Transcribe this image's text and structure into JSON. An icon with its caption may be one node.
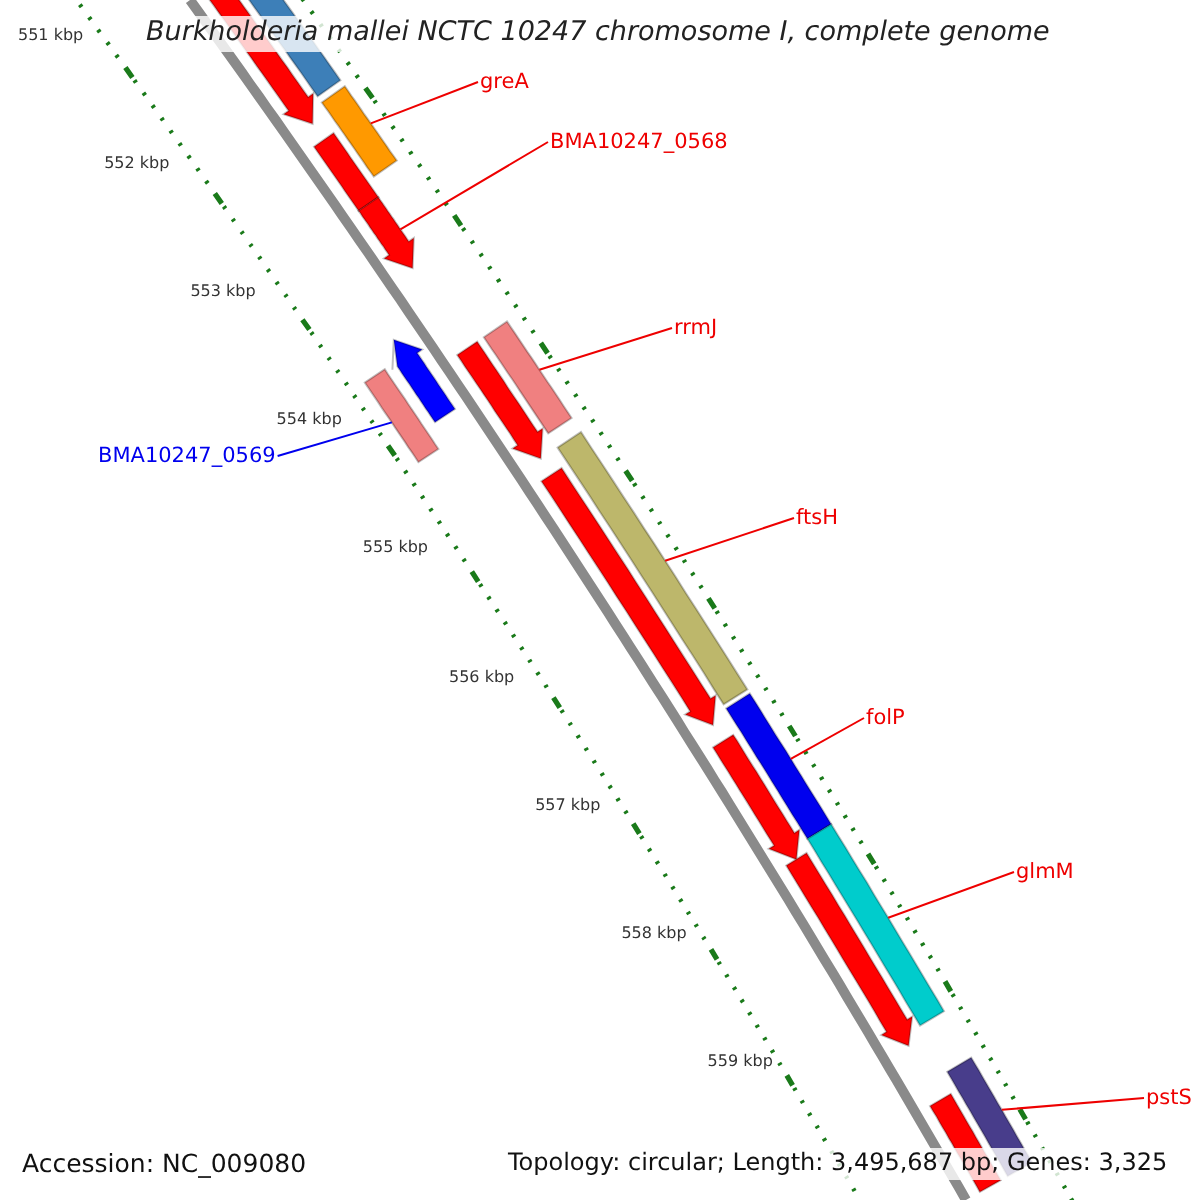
{
  "diagram": {
    "title": "Burkholderia mallei NCTC 10247 chromosome I, complete genome",
    "nodes": [
      {
        "text": [
          "greA"
        ]
      },
      {
        "text": [
          "BMA10247_0568"
        ]
      },
      {
        "text": [
          "rrmJ"
        ]
      },
      {
        "text": [
          "BMA10247_0569"
        ]
      },
      {
        "text": [
          "ftsH"
        ]
      },
      {
        "text": [
          "folP"
        ]
      },
      {
        "text": [
          "glmM"
        ]
      },
      {
        "text": [
          "pstS"
        ]
      },
      {
        "text": [],
        "shape": "box"
      },
      {
        "text": [],
        "shape": "arrow"
      },
      {
        "text": [],
        "shape": "box"
      },
      {
        "text": [],
        "shape": "box"
      },
      {
        "text": [],
        "shape": "box"
      },
      {
        "text": [],
        "shape": "box"
      },
      {
        "text": [],
        "shape": "box"
      },
      {
        "text": [],
        "shape": "box"
      }
    ],
    "edges": [
      {
        "from": 0,
        "to": 8,
        "arrow": "none"
      },
      {
        "from": 1,
        "to": 9,
        "arrow": "none"
      },
      {
        "from": 2,
        "to": 11,
        "arrow": "none"
      },
      {
        "from": 3,
        "to": 10,
        "arrow": "none",
        "color": "#0000ee"
      },
      {
        "from": 4,
        "to": 12,
        "arrow": "none"
      },
      {
        "from": 5,
        "to": 13,
        "arrow": "none"
      },
      {
        "from": 6,
        "to": 14,
        "arrow": "none"
      },
      {
        "from": 7,
        "to": 15,
        "arrow": "none"
      }
    ],
    "labels": [
      "551 kbp",
      "552 kbp",
      "553 kbp",
      "554 kbp",
      "555 kbp",
      "556 kbp",
      "557 kbp",
      "558 kbp",
      "559 kbp",
      "Accession: NC_009080",
      "Topology: circular; Length: 3,495,687 bp; Genes: 3,325"
    ]
  }
}
